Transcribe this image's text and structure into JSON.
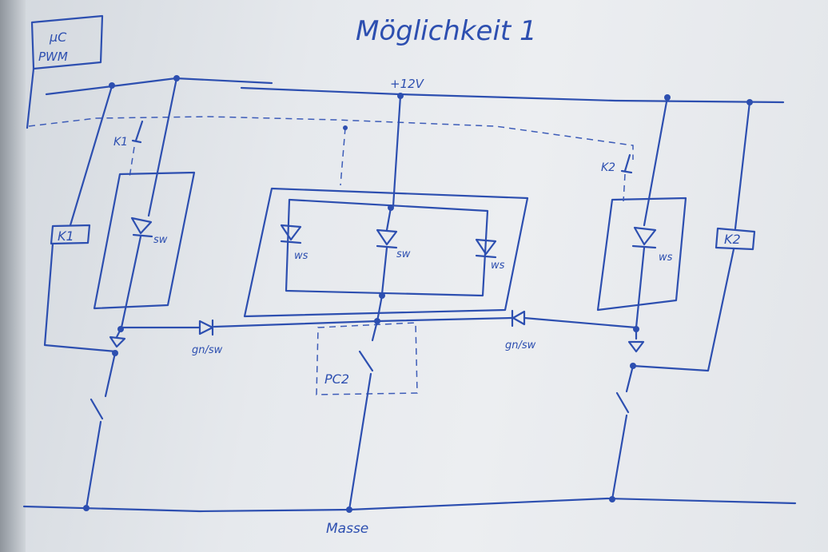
{
  "diagram": {
    "title": "Möglichkeit 1",
    "controller_label_top": "µC",
    "controller_label_bottom": "PWM",
    "supply_label": "+12V",
    "ground_label": "Masse",
    "relay_left": "K1",
    "relay_right": "K2",
    "contact_left": "K1",
    "contact_right": "K2",
    "led_left": "sw",
    "led_mid_a": "ws",
    "led_mid_b": "sw",
    "led_mid_c": "ws",
    "led_right": "ws",
    "diode_left": "gn/sw",
    "diode_right": "gn/sw",
    "center_box": "PC2"
  },
  "colors": {
    "ink": "#2d4fb0",
    "paper": "#e6e9ed"
  }
}
